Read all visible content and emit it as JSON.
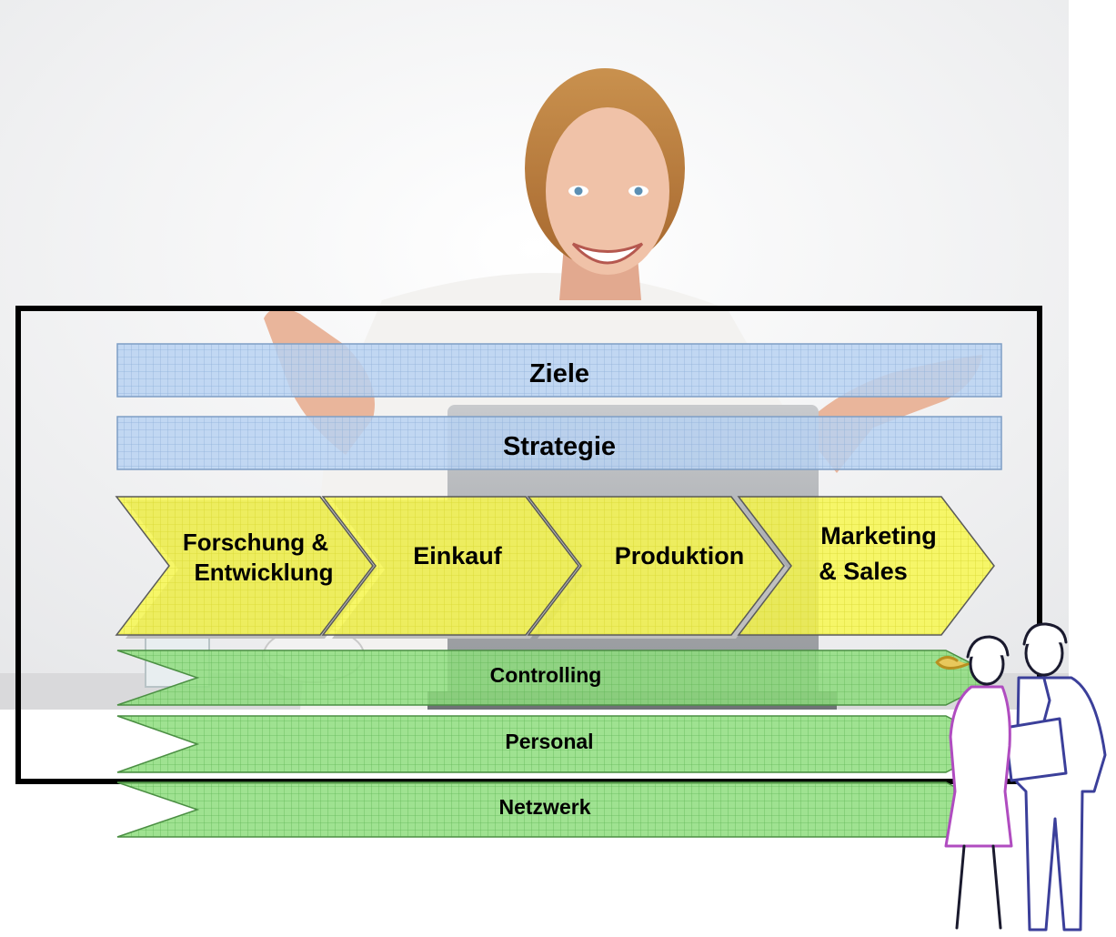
{
  "bars": {
    "ziele": "Ziele",
    "strategie": "Strategie"
  },
  "chain": [
    {
      "line1": "Forschung &",
      "line2": "Entwicklung"
    },
    {
      "line1": "Einkauf",
      "line2": ""
    },
    {
      "line1": "Produktion",
      "line2": ""
    },
    {
      "line1": "Marketing",
      "line2": "& Sales"
    }
  ],
  "support": [
    {
      "label": "Controlling"
    },
    {
      "label": "Personal"
    },
    {
      "label": "Netzwerk"
    }
  ],
  "colors": {
    "blue_fill": "#b9d3f2",
    "blue_stroke": "#7e9ec5",
    "yellow_fill": "#f7f74a",
    "green_fill": "#8edd7e",
    "frame": "#000000"
  },
  "icons": {
    "photo": "smiling-woman-at-laptop-photo",
    "clipart": "business-couple-clipart"
  }
}
